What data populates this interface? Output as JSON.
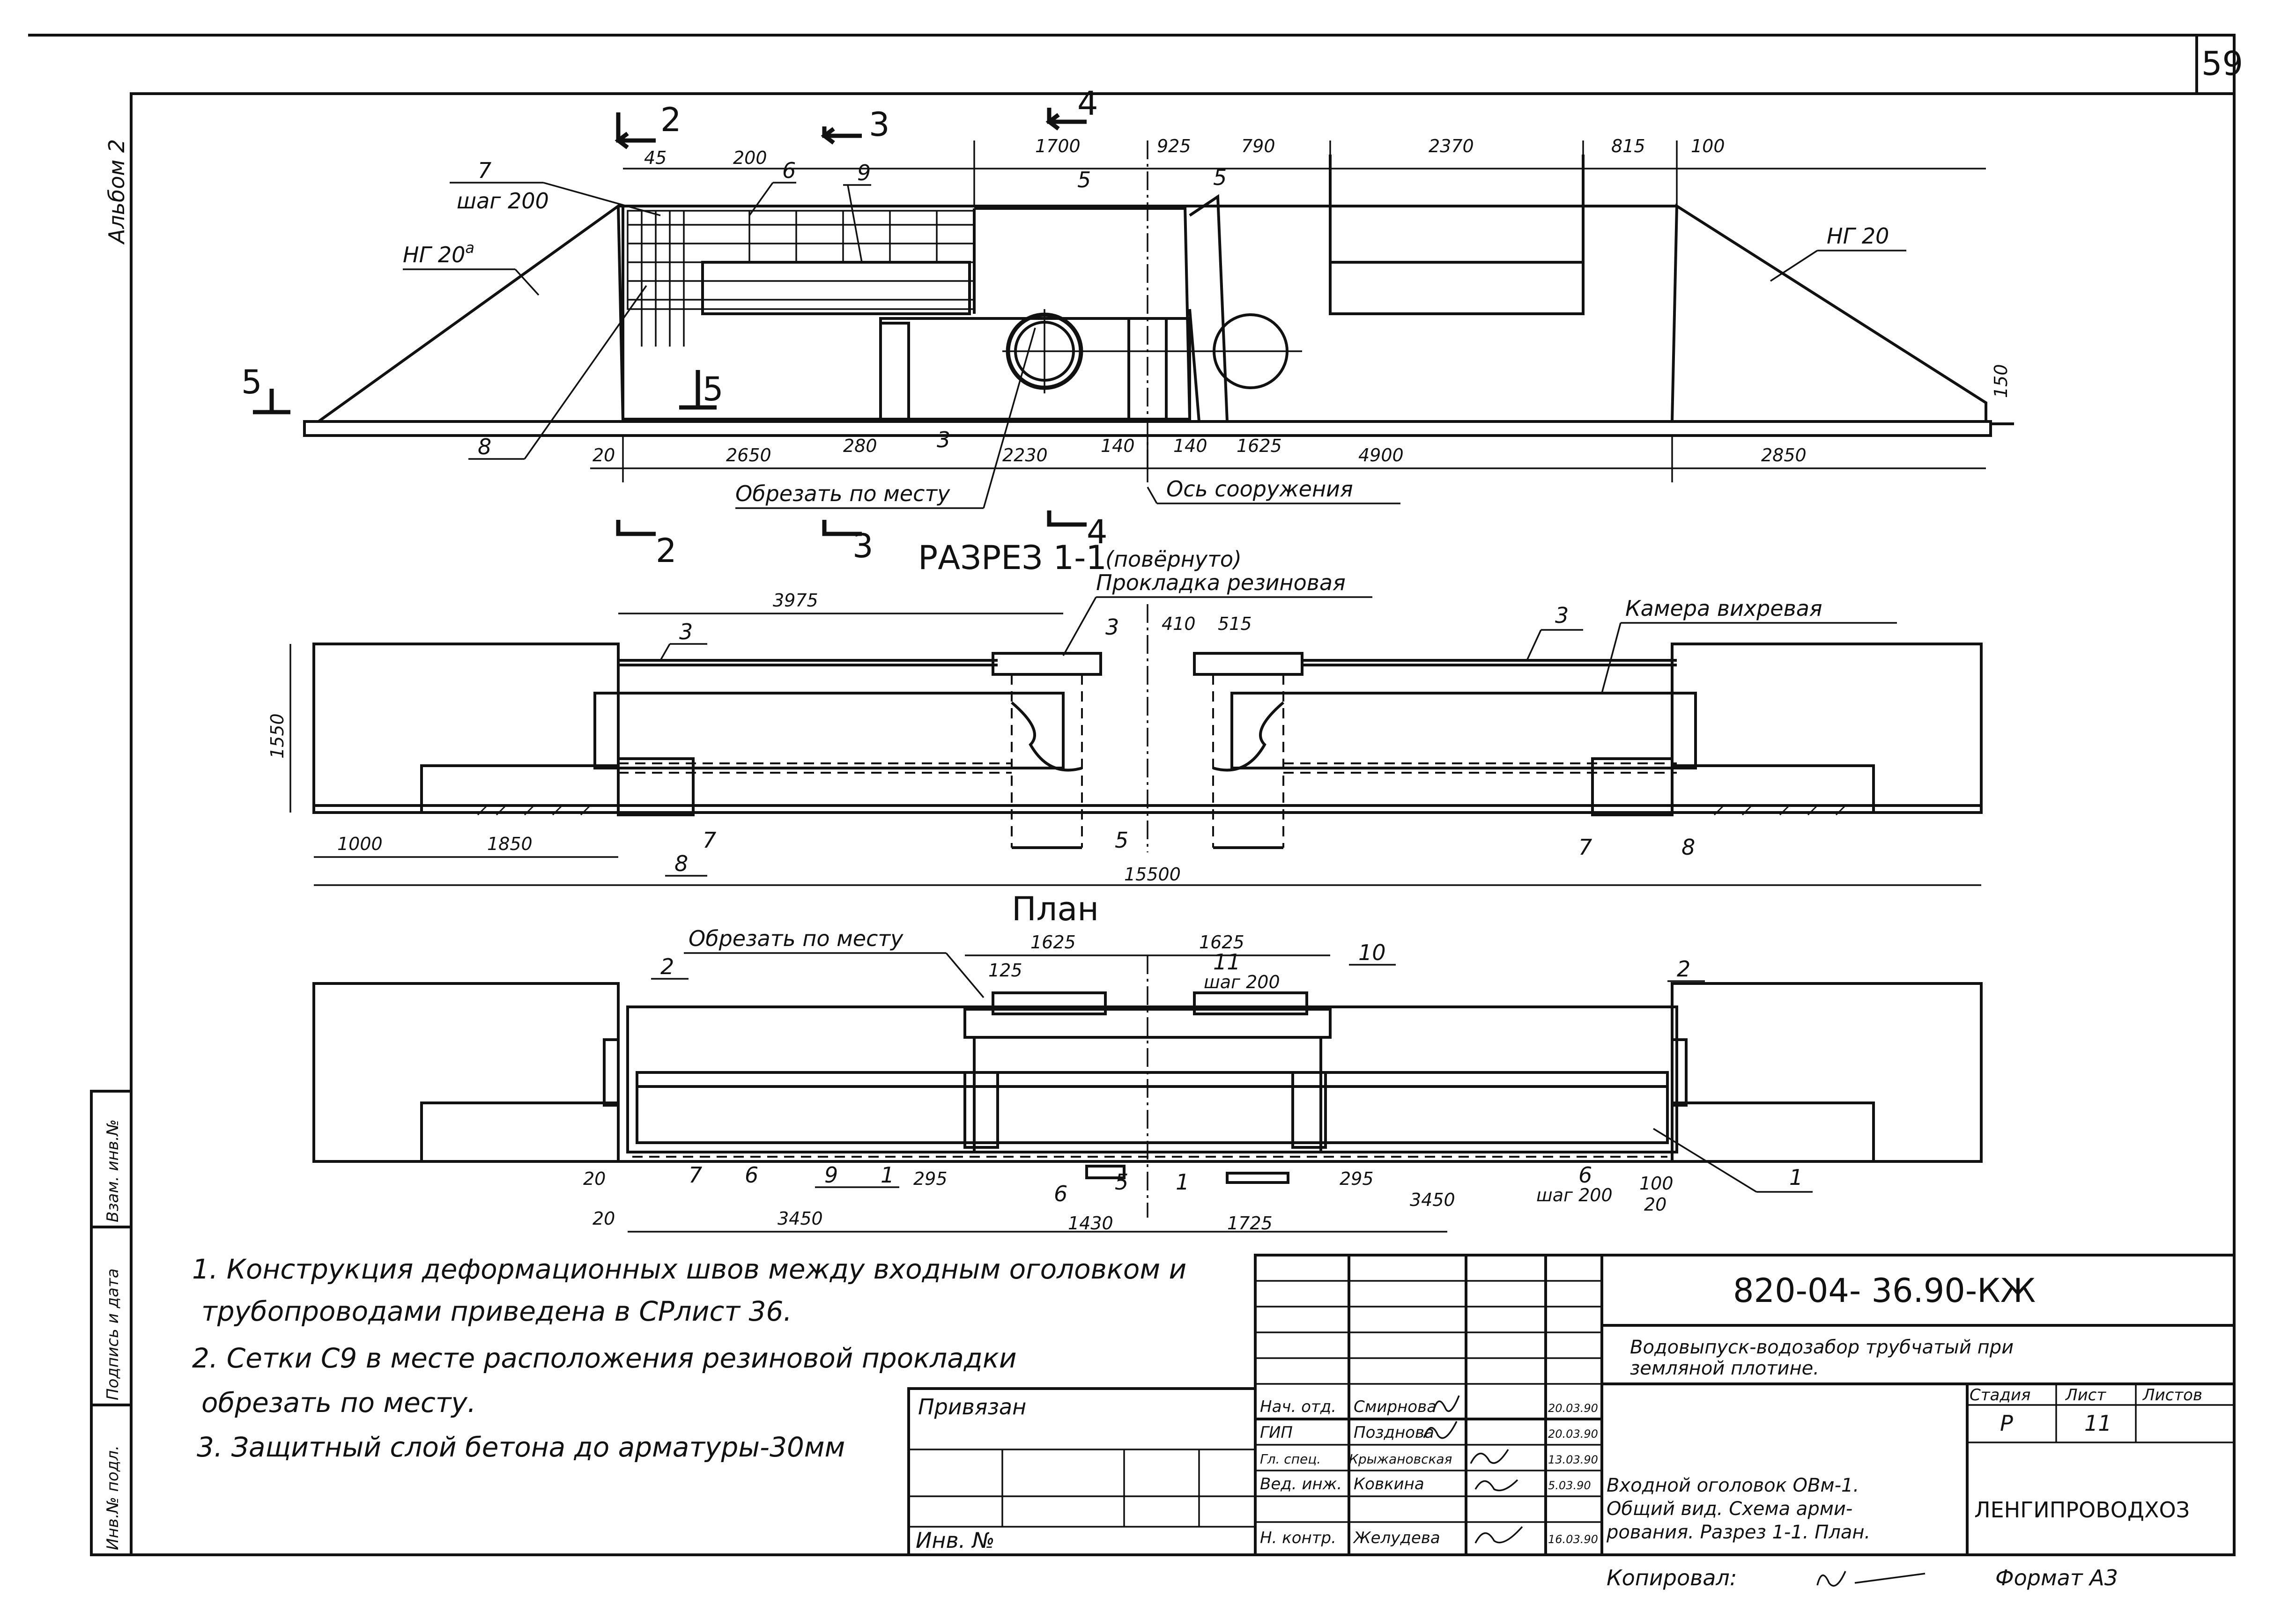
{
  "sheet": {
    "page_number": "59",
    "album": "Альбом 2"
  },
  "top_view": {
    "section_marks": [
      "2",
      "3",
      "4",
      "5"
    ],
    "dims_top": [
      "45",
      "200",
      "1700",
      "925",
      "790",
      "2370",
      "815",
      "100"
    ],
    "dims_bottom": [
      "20",
      "2650",
      "280",
      "2230",
      "140",
      "140",
      "1625",
      "4900",
      "2850"
    ],
    "dim_side": "150",
    "labels": {
      "l7": "7",
      "step": "шаг 200",
      "l6": "6",
      "l9": "9",
      "l5a": "5",
      "l5b": "5",
      "l8": "8",
      "l3": "3",
      "ng_left": "НГ 20",
      "ng_left_sup": "а",
      "ng_right": "НГ 20",
      "cut": "Обрезать по месту",
      "axis": "Ось сооружения"
    }
  },
  "section": {
    "title": "РАЗРЕЗ 1-1",
    "subtitle": "(повёрнуто)",
    "gasket": "Прокладка резиновая",
    "vortex": "Камера вихревая",
    "dims": [
      "3975",
      "410",
      "515",
      "1550",
      "1000",
      "1850",
      "15500"
    ],
    "labels": {
      "l3a": "3",
      "l3b": "3",
      "l3c": "3",
      "l7a": "7",
      "l8a": "8",
      "l5": "5",
      "l7b": "7",
      "l8b": "8"
    }
  },
  "plan": {
    "title": "План",
    "cut": "Обрезать по месту",
    "dims": [
      "1625",
      "1625",
      "125",
      "шаг 200",
      "295",
      "295",
      "3450",
      "3450",
      "1430",
      "1725",
      "100",
      "20",
      "20",
      "20"
    ],
    "labels": {
      "l2a": "2",
      "l2b": "2",
      "l10": "10",
      "l11": "11",
      "l7": "7",
      "l6a": "6",
      "l9": "9",
      "l1a": "1",
      "l6b": "6",
      "l5": "5",
      "l1b": "1",
      "l6c": "6",
      "step": "шаг 200",
      "l1c": "1"
    }
  },
  "notes": [
    "1. Конструкция деформационных швов между входным оголовком и",
    "трубопроводами приведена в  СРлист 36.",
    "2. Сетки С9  в месте расположения резиновой прокладки",
    "обрезать  по месту.",
    "3.  Защитный  слой бетона до арматуры-30мм"
  ],
  "side_stamp": [
    "Инв.№ подл.",
    "Подпись и дата",
    "Взам. инв.№"
  ],
  "title_block": {
    "privyazan": "Привязан",
    "inv": "Инв. №",
    "doc_code": "820-04- 36.90-КЖ",
    "project_title": [
      "Водовыпуск-водозабор трубчатый при",
      "земляной плотине."
    ],
    "sheet_title": [
      "Входной оголовок ОВм-1.",
      "Общий вид. Схема арми-",
      "рования. Разрез 1-1. План."
    ],
    "org": "ЛЕНГИПРОВОДХОЗ",
    "stage_hdr": "Стадия",
    "sheet_hdr": "Лист",
    "sheets_hdr": "Листов",
    "stage": "Р",
    "sheet_no": "11",
    "people": [
      {
        "role": "Нач. отд.",
        "name": "Смирнова",
        "date": "20.03.90"
      },
      {
        "role": "ГИП",
        "name": "Позднова",
        "date": "20.03.90"
      },
      {
        "role": "Гл. спец.",
        "name": "Крыжановская",
        "date": "13.03.90"
      },
      {
        "role": "Вед. инж.",
        "name": "Ковкина",
        "date": "5.03.90"
      },
      {
        "role": "Н. контр.",
        "name": "Желудева",
        "date": "16.03.90"
      }
    ],
    "copied": "Копировал:",
    "format": "Формат А3"
  }
}
